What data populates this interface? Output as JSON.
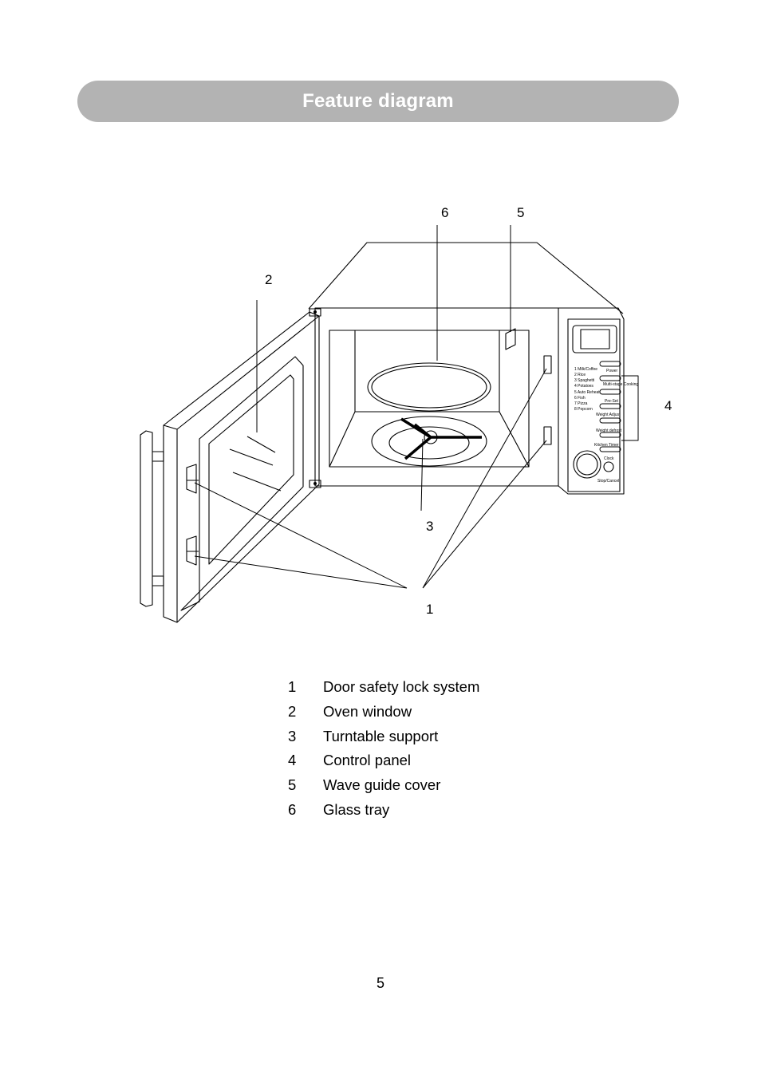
{
  "header": {
    "title": "Feature diagram"
  },
  "callouts": [
    "1",
    "2",
    "3",
    "4",
    "5",
    "6"
  ],
  "panel": {
    "menu": [
      "1 Milk/Coffee",
      "2 Rice",
      "3 Spaghetti",
      "4 Potatoes",
      "5 Auto Reheat",
      "6 Fish",
      "7 Pizza",
      "8 Popcorn"
    ],
    "buttons": [
      "Power",
      "Multi-stage Cooking",
      "Pre-Set",
      "Weight Adjust",
      "Weight defrost",
      "Kitchen Timer",
      "Clock",
      "Stop/Cancel"
    ]
  },
  "legend": [
    {
      "num": "1",
      "label": "Door safety lock system"
    },
    {
      "num": "2",
      "label": "Oven window"
    },
    {
      "num": "3",
      "label": "Turntable support"
    },
    {
      "num": "4",
      "label": "Control panel"
    },
    {
      "num": "5",
      "label": "Wave guide cover"
    },
    {
      "num": "6",
      "label": "Glass tray"
    }
  ],
  "footer": {
    "page_number": "5"
  }
}
